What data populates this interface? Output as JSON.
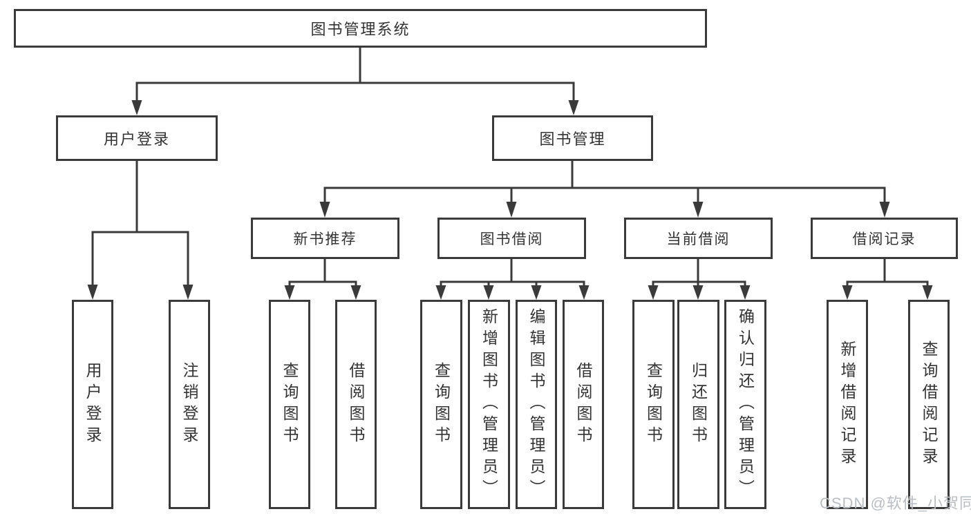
{
  "tree": {
    "root": {
      "label": "图书管理系统"
    },
    "branches": [
      {
        "label": "用户登录",
        "leaves": [
          {
            "label": "用户登录"
          },
          {
            "label": "注销登录"
          }
        ]
      },
      {
        "label": "图书管理",
        "groups": [
          {
            "label": "新书推荐",
            "leaves": [
              {
                "label": "查询图书"
              },
              {
                "label": "借阅图书"
              }
            ]
          },
          {
            "label": "图书借阅",
            "leaves": [
              {
                "label": "查询图书"
              },
              {
                "label": "新增图书（管理员）"
              },
              {
                "label": "编辑图书（管理员）"
              },
              {
                "label": "借阅图书"
              }
            ]
          },
          {
            "label": "当前借阅",
            "leaves": [
              {
                "label": "查询图书"
              },
              {
                "label": "归还图书"
              },
              {
                "label": "确认归还（管理员）"
              }
            ]
          },
          {
            "label": "借阅记录",
            "leaves": [
              {
                "label": "新增借阅记录"
              },
              {
                "label": "查询借阅记录"
              }
            ]
          }
        ]
      }
    ]
  },
  "watermark": {
    "text": "CSDN @软件_小贺同学"
  },
  "colors": {
    "line": "#3a3a3a",
    "text": "#333333",
    "watermark": "#b9bec4",
    "background": "#ffffff"
  }
}
